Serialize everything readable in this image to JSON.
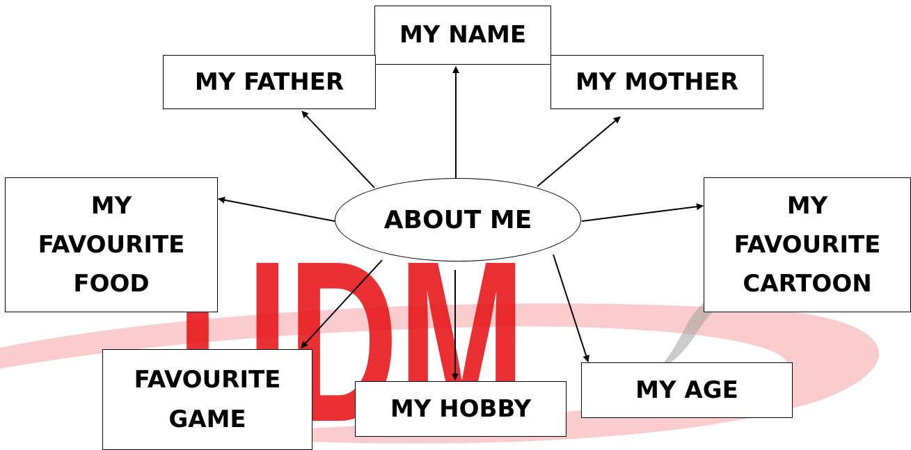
{
  "center": {
    "label": "ABOUT ME"
  },
  "nodes": {
    "name": {
      "label": "MY NAME"
    },
    "father": {
      "label": "MY FATHER"
    },
    "mother": {
      "label": "MY MOTHER"
    },
    "food": {
      "lines": [
        "MY",
        "FAVOURITE",
        "FOOD"
      ]
    },
    "cartoon": {
      "lines": [
        "MY",
        "FAVOURITE",
        "CARTOON"
      ]
    },
    "game": {
      "lines": [
        "FAVOURITE",
        "GAME"
      ]
    },
    "hobby": {
      "label": "MY HOBBY"
    },
    "age": {
      "label": "MY AGE"
    }
  },
  "watermark": {
    "text": "UDM"
  },
  "colors": {
    "watermark": "#e8191c",
    "line": "#000000",
    "box_border": "#000000"
  }
}
